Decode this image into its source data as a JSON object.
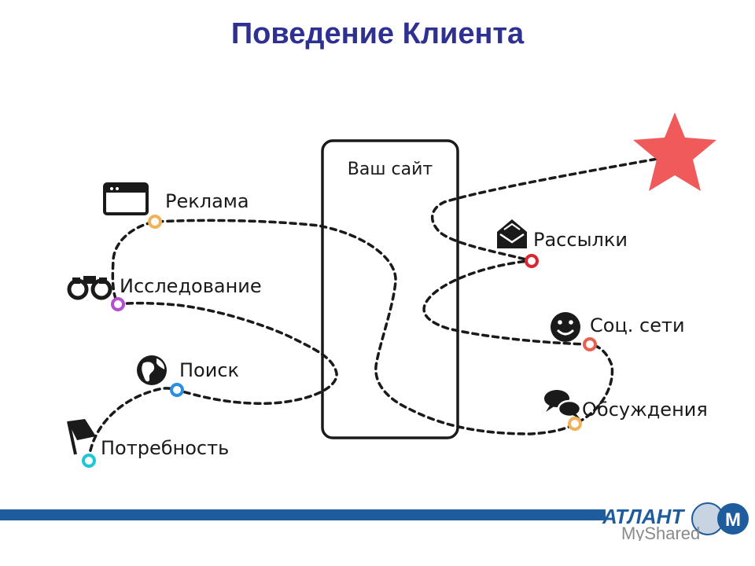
{
  "title": "Поведение Клиента",
  "site_label": "Ваш сайт",
  "touchpoints": [
    {
      "label": "Реклама",
      "icon": "browser-window-icon",
      "dot_color": "#f0b35a"
    },
    {
      "label": "Исследование",
      "icon": "binoculars-icon",
      "dot_color": "#b44fd1"
    },
    {
      "label": "Поиск",
      "icon": "globe-icon",
      "dot_color": "#2a8fe0"
    },
    {
      "label": "Потребность",
      "icon": "flag-icon",
      "dot_color": "#1fc7d6"
    },
    {
      "label": "Рассылки",
      "icon": "envelope-icon",
      "dot_color": "#d9262f"
    },
    {
      "label": "Соц. сети",
      "icon": "smiley-icon",
      "dot_color": "#e8604f"
    },
    {
      "label": "Обсуждения",
      "icon": "chat-bubbles-icon",
      "dot_color": "#f0b35a"
    }
  ],
  "goal_icon": "star-icon",
  "goal_color": "#f05a5a",
  "brand": {
    "logo_text": "АТЛАНТ",
    "logo_letter": "M",
    "watermark": "MyShared",
    "bar_color": "#1f5c9e"
  }
}
